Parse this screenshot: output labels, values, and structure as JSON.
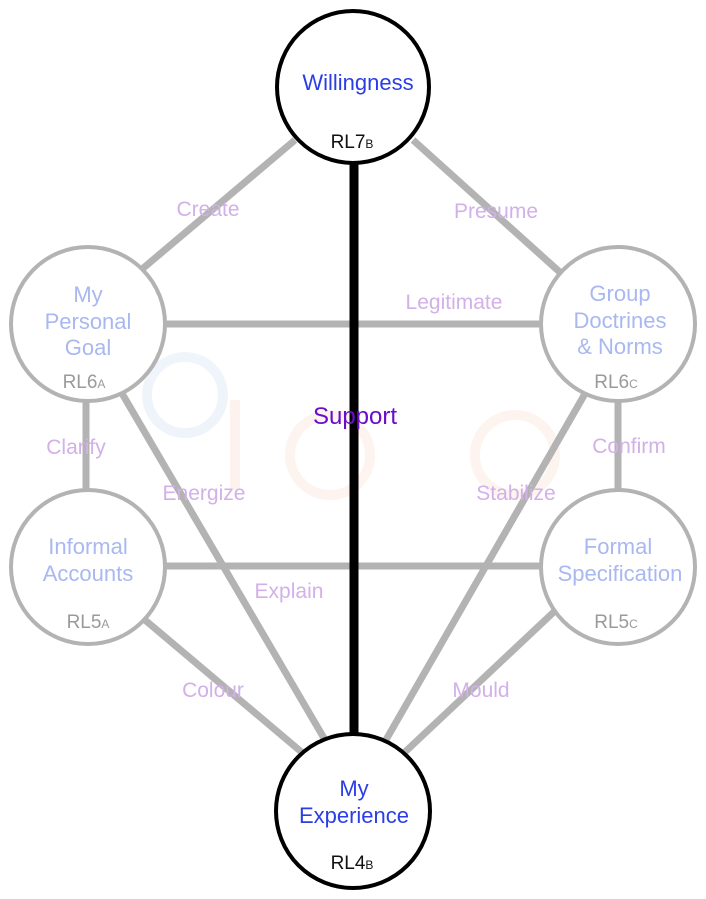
{
  "colors": {
    "active_stroke": "#000000",
    "inactive_stroke": "#b3b3b3",
    "active_text": "#2b3ee6",
    "inactive_text": "#a9b8f0",
    "edge_label": "#d2b0e8",
    "support_label": "#6a0dc8",
    "code_active": "#111111",
    "code_inactive": "#9a9a9a"
  },
  "nodes": {
    "willingness": {
      "title": [
        "Willingness"
      ],
      "code": "RL7",
      "sub": "B"
    },
    "personal_goal": {
      "title": [
        "My",
        "Personal",
        "Goal"
      ],
      "code": "RL6",
      "sub": "A"
    },
    "group_doctrines": {
      "title": [
        "Group",
        "Doctrines",
        "& Norms"
      ],
      "code": "RL6",
      "sub": "C"
    },
    "informal_accounts": {
      "title": [
        "Informal",
        "Accounts"
      ],
      "code": "RL5",
      "sub": "A"
    },
    "formal_specification": {
      "title": [
        "Formal",
        "Specification"
      ],
      "code": "RL5",
      "sub": "C"
    },
    "experience": {
      "title": [
        "My",
        "Experience"
      ],
      "code": "RL4",
      "sub": "B"
    }
  },
  "edges": {
    "create": "Create",
    "presume": "Presume",
    "legitimate": "Legitimate",
    "support": "Support",
    "clarify": "Clarify",
    "confirm": "Confirm",
    "energize": "Energize",
    "stabilize": "Stabilize",
    "explain": "Explain",
    "colour": "Colour",
    "mould": "Mould"
  }
}
